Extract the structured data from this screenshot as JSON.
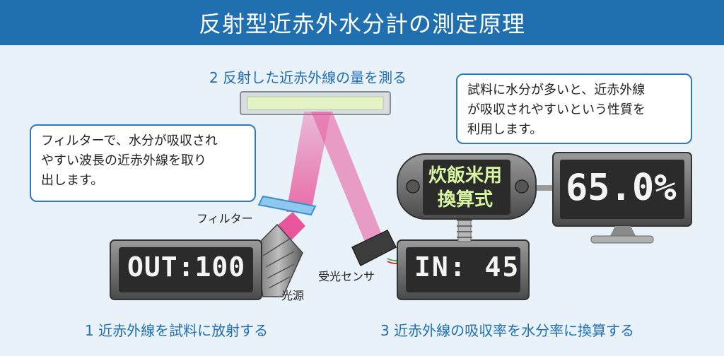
{
  "title": "反射型近赤外水分計の測定原理",
  "steps": {
    "step1": "1 近赤外線を試料に放射する",
    "step2": "2 反射した近赤外線の量を測る",
    "step3": "3 近赤外線の吸収率を水分率に換算する"
  },
  "callouts": {
    "left": [
      "フィルターで、水分が吸収され",
      "やすい波長の近赤外線を取り",
      "出します。"
    ],
    "right": [
      "試料に水分が多いと、近赤外線",
      "が吸収されやすいという性質を",
      "利用します。"
    ]
  },
  "labels": {
    "filter": "フィルター",
    "light_source": "光源",
    "sensor": "受光センサ"
  },
  "displays": {
    "out": "OUT:100",
    "in": "IN: 45",
    "formula": [
      "炊飯米用",
      "換算式"
    ],
    "monitor": "65.0%"
  },
  "colors": {
    "header": "#1f6fb1",
    "background": "#e9f1f9",
    "beam": "#e8559a",
    "lcd_bg": "#2b2b2b",
    "formula_text": "#d8f6a2"
  }
}
